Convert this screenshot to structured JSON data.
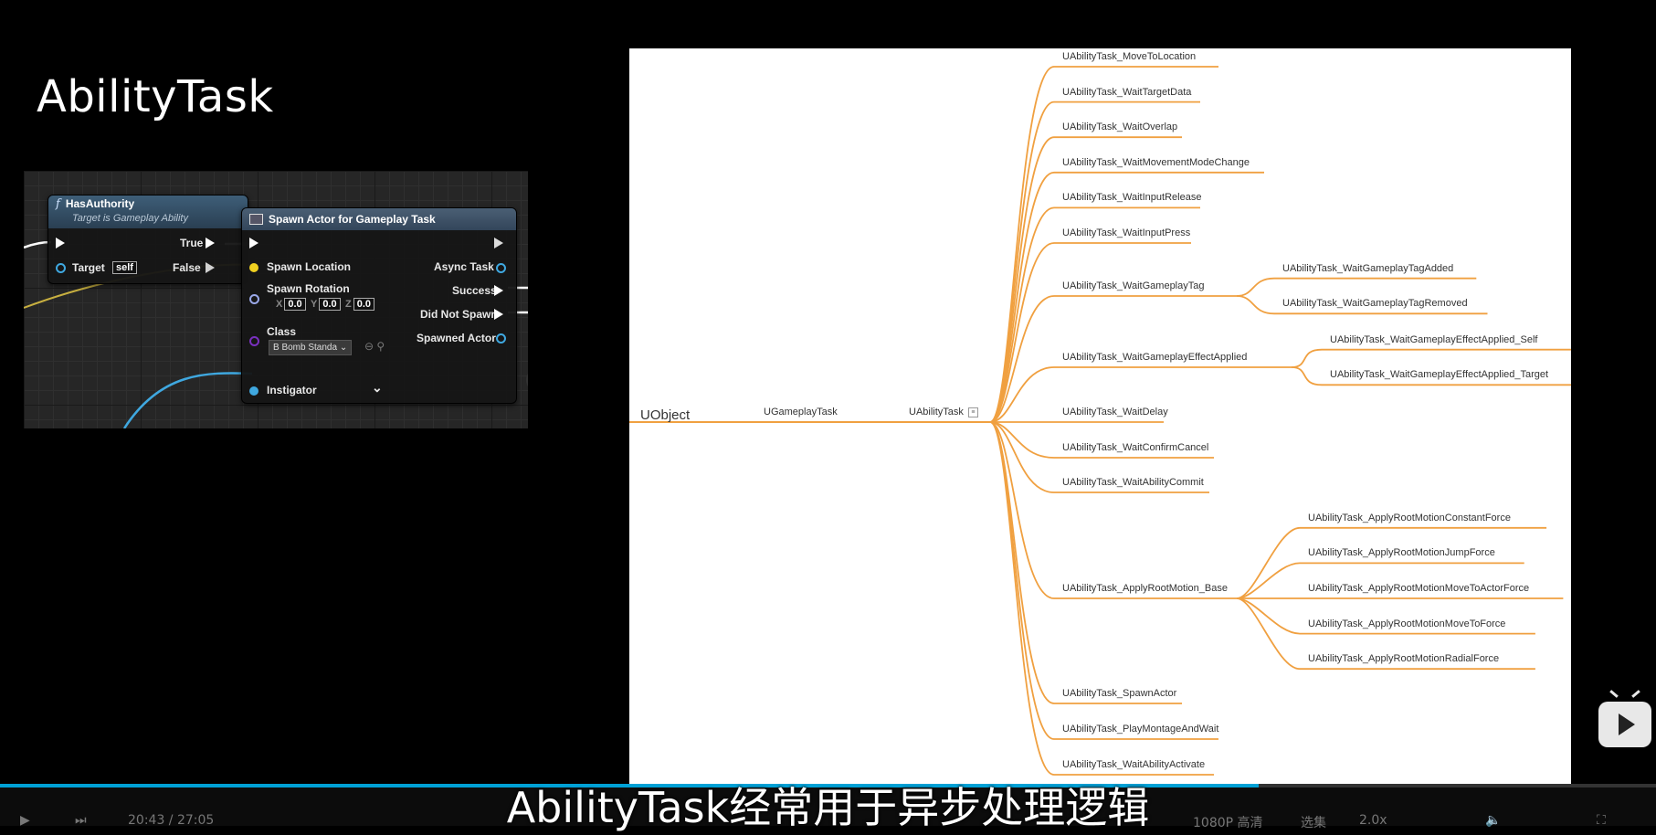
{
  "slide": {
    "title": "AbilityTask"
  },
  "blueprint": {
    "has_authority": {
      "fn_symbol": "f",
      "title": "HasAuthority",
      "subtitle": "Target is Gameplay Ability",
      "true_label": "True",
      "false_label": "False",
      "target_label": "Target",
      "target_value": "self"
    },
    "spawn_node": {
      "title": "Spawn Actor for Gameplay Task",
      "spawn_location": "Spawn Location",
      "spawn_rotation": "Spawn Rotation",
      "x_label": "X",
      "x_value": "0.0",
      "y_label": "Y",
      "y_value": "0.0",
      "z_label": "Z",
      "z_value": "0.0",
      "class_label": "Class",
      "class_value": "B Bomb Standa",
      "instigator": "Instigator",
      "async_task": "Async Task",
      "success": "Success",
      "did_not_spawn": "Did Not Spawn",
      "spawned_actor": "Spawned Actor",
      "expand": "⌄"
    }
  },
  "mindmap": {
    "line_color": "#f0a040",
    "root": "UObject",
    "level1": "UGameplayTask",
    "level2": "UAbilityTask",
    "level2_icon": "≡",
    "children": [
      {
        "label": "UAbilityTask_MoveToLocation",
        "children": []
      },
      {
        "label": "UAbilityTask_WaitTargetData",
        "children": []
      },
      {
        "label": "UAbilityTask_WaitOverlap",
        "children": []
      },
      {
        "label": "UAbilityTask_WaitMovementModeChange",
        "children": []
      },
      {
        "label": "UAbilityTask_WaitInputRelease",
        "children": []
      },
      {
        "label": "UAbilityTask_WaitInputPress",
        "children": []
      },
      {
        "label": "UAbilityTask_WaitGameplayTag",
        "children": [
          "UAbilityTask_WaitGameplayTagAdded",
          "UAbilityTask_WaitGameplayTagRemoved"
        ]
      },
      {
        "label": "UAbilityTask_WaitGameplayEffectApplied",
        "children": [
          "UAbilityTask_WaitGameplayEffectApplied_Self",
          "UAbilityTask_WaitGameplayEffectApplied_Target"
        ]
      },
      {
        "label": "UAbilityTask_WaitDelay",
        "children": []
      },
      {
        "label": "UAbilityTask_WaitConfirmCancel",
        "children": []
      },
      {
        "label": "UAbilityTask_WaitAbilityCommit",
        "children": []
      },
      {
        "label": "UAbilityTask_ApplyRootMotion_Base",
        "children": [
          "UAbilityTask_ApplyRootMotionConstantForce",
          "UAbilityTask_ApplyRootMotionJumpForce",
          "UAbilityTask_ApplyRootMotionMoveToActorForce",
          "UAbilityTask_ApplyRootMotionMoveToForce",
          "UAbilityTask_ApplyRootMotionRadialForce"
        ]
      },
      {
        "label": "UAbilityTask_SpawnActor",
        "children": []
      },
      {
        "label": "UAbilityTask_PlayMontageAndWait",
        "children": []
      },
      {
        "label": "UAbilityTask_WaitAbilityActivate",
        "children": []
      }
    ]
  },
  "subtitle": "AbilityTask经常用于异步处理逻辑",
  "player": {
    "time": "20:43 / 27:05",
    "quality": "1080P 高清",
    "select": "选集",
    "speed": "2.0x",
    "progress": 0.76,
    "accent": "#00a1d6"
  }
}
